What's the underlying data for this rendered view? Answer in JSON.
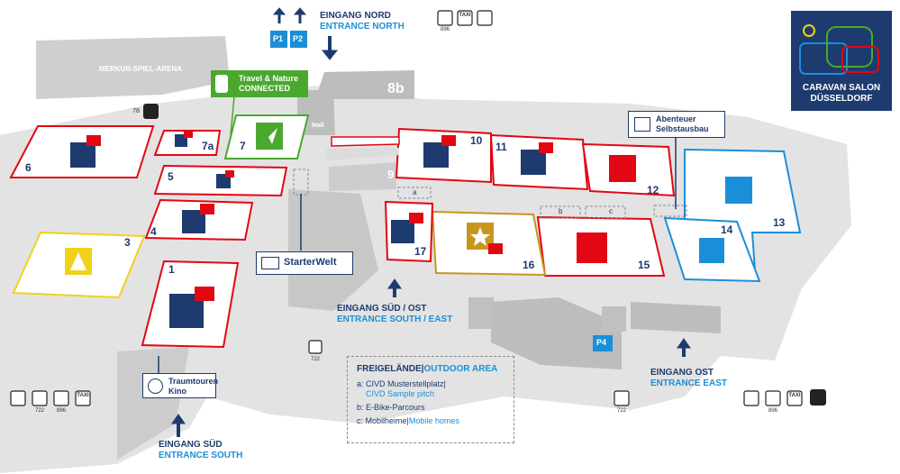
{
  "venue": {
    "arena_label": "MERKUR-SPIEL-ARENA",
    "hall_8b": "8b",
    "hall_9": "9",
    "mall": "Mall"
  },
  "halls": [
    {
      "id": "1",
      "label": "1"
    },
    {
      "id": "3",
      "label": "3"
    },
    {
      "id": "4",
      "label": "4"
    },
    {
      "id": "5",
      "label": "5"
    },
    {
      "id": "6",
      "label": "6"
    },
    {
      "id": "7",
      "label": "7"
    },
    {
      "id": "7a",
      "label": "7a"
    },
    {
      "id": "10",
      "label": "10"
    },
    {
      "id": "11",
      "label": "11"
    },
    {
      "id": "12",
      "label": "12"
    },
    {
      "id": "13",
      "label": "13"
    },
    {
      "id": "14",
      "label": "14"
    },
    {
      "id": "15",
      "label": "15"
    },
    {
      "id": "16",
      "label": "16"
    },
    {
      "id": "17",
      "label": "17"
    }
  ],
  "outdoor_markers": {
    "a": "a",
    "b": "b",
    "c": "c"
  },
  "entrances": {
    "north": {
      "de": "EINGANG NORD",
      "en": "ENTRANCE NORTH"
    },
    "south_east": {
      "de": "EINGANG SÜD / OST",
      "en": "ENTRANCE SOUTH / EAST"
    },
    "east": {
      "de": "EINGANG OST",
      "en": "ENTRANCE EAST"
    },
    "south": {
      "de": "EINGANG SÜD",
      "en": "ENTRANCE SOUTH"
    }
  },
  "parking": {
    "p1": "P1",
    "p2": "P2",
    "p4": "P4"
  },
  "callouts": {
    "travel_nature": {
      "line1": "Travel & Nature",
      "line2": "CONNECTED"
    },
    "abenteuer": {
      "line1": "Abenteuer",
      "line2": "Selbstausbau"
    },
    "starterwelt": "StarterWelt",
    "traumtouren": {
      "line1": "Traumtouren",
      "line2": "Kino"
    }
  },
  "legend": {
    "title_de": "FREIGELÄNDE",
    "title_sep": "|",
    "title_en": "OUTDOOR AREA",
    "item_a_de": "a: CIVD Musterstellplatz",
    "item_a_sep": "|",
    "item_a_en": "CIVD Sample pitch",
    "item_b": "b: E-Bike-Parcours",
    "item_c_de": "c: Mobilheime",
    "item_c_sep": "|",
    "item_c_en": "Mobile homes"
  },
  "transport_numbers": {
    "bus_896": "896",
    "tram_722": "722",
    "bus_78": "78"
  },
  "transport_labels": {
    "taxi": "TAXI"
  },
  "logo": {
    "line1": "CARAVAN SALON",
    "line2": "DÜSSELDORF"
  },
  "colors": {
    "navy": "#1d3b6e",
    "accent_blue": "#1a8fd8",
    "red": "#e30613",
    "green": "#4aa82f",
    "yellow": "#f0d21a",
    "gold": "#c8961e",
    "ground": "#e3e3e3",
    "building": "#c7c7c7"
  }
}
